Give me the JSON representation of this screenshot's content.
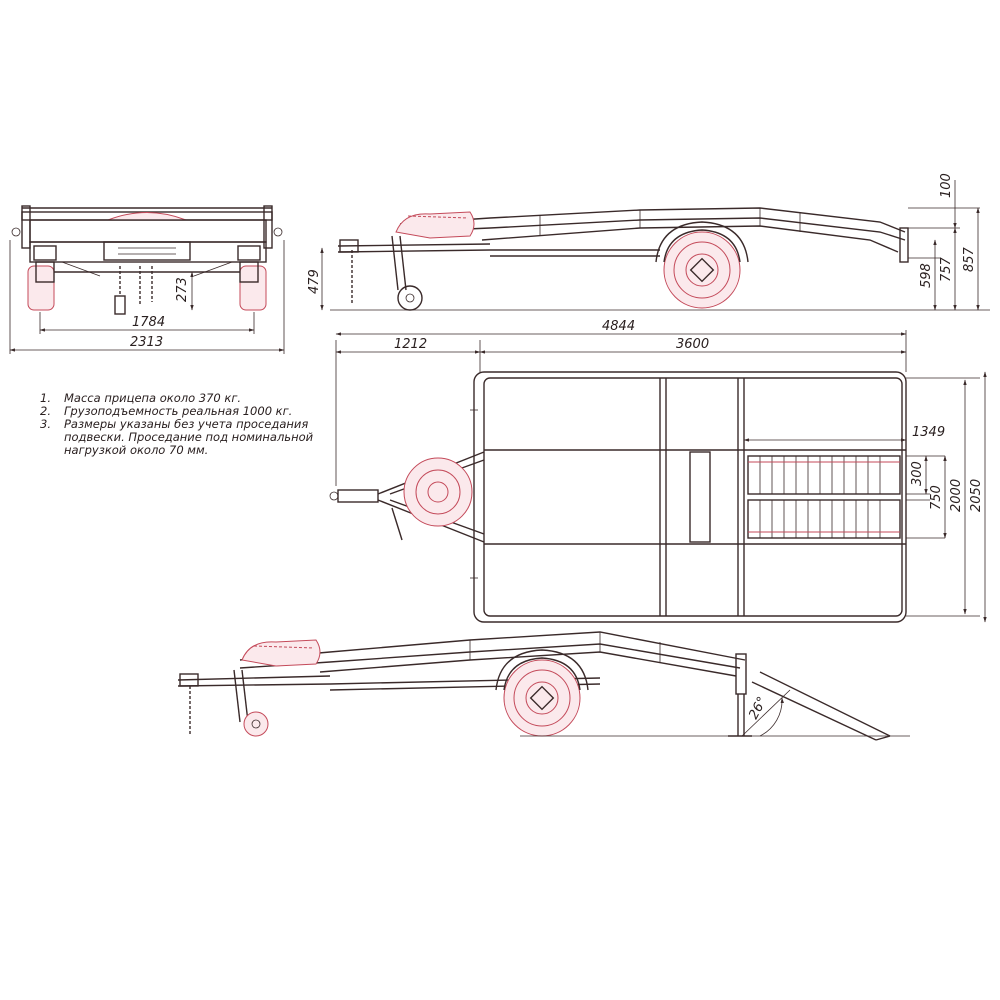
{
  "dimensions": {
    "rear_axle_track": "1784",
    "rear_overall_width": "2313",
    "rear_hitch_height": "273",
    "side_tongue_height": "479",
    "side_platform_thickness": "100",
    "side_height_598": "598",
    "side_height_757": "757",
    "side_height_857": "857",
    "plan_tongue_length": "1212",
    "plan_bed_length": "3600",
    "plan_total_length": "4844",
    "plan_ramp_length": "1349",
    "plan_ramp_gap": "300",
    "plan_ramp_span": "750",
    "plan_bed_width": "2000",
    "plan_overall_width": "2050",
    "tilt_angle": "26°"
  },
  "notes": [
    {
      "num": "1.",
      "text": "Масса прицепа около 370 кг."
    },
    {
      "num": "2.",
      "text": "Грузоподъемность реальная 1000 кг."
    },
    {
      "num": "3.",
      "text": "Размеры указаны без учета проседания подвески. Проседание под номинальной нагрузкой около 70 мм."
    }
  ],
  "colors": {
    "line": "#3a2a2a",
    "accent": "#c44a5a"
  }
}
